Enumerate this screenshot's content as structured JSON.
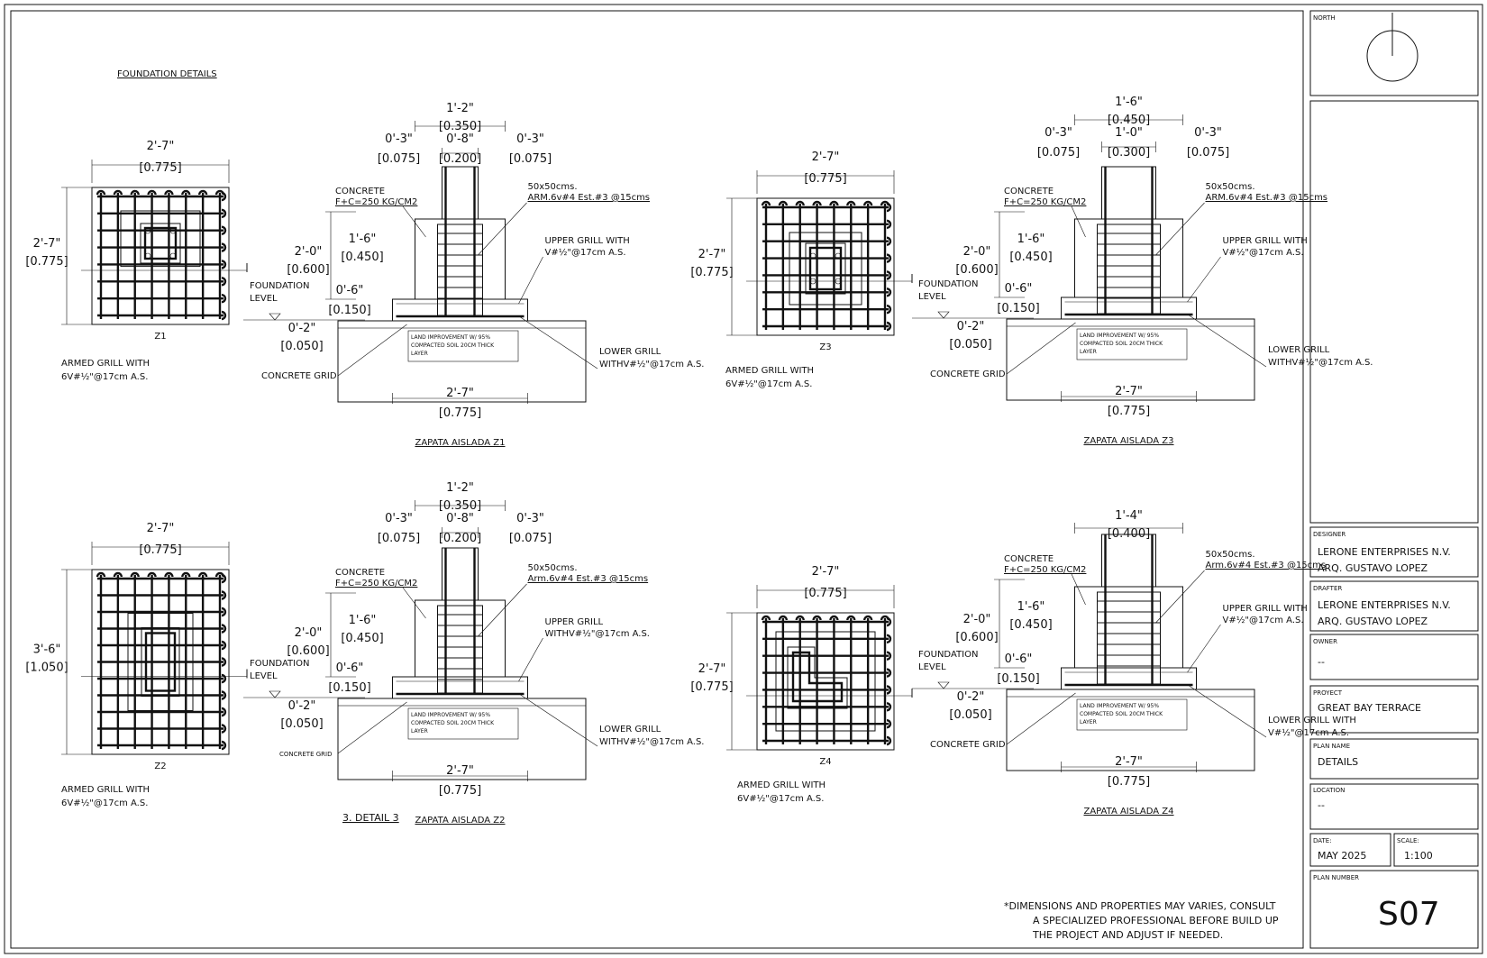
{
  "sheet": {
    "heading": "FOUNDATION DETAILS",
    "disclaimer": [
      "*DIMENSIONS AND PROPERTIES MAY VARIES, CONSULT",
      "A SPECIALIZED PROFESSIONAL BEFORE BUILD UP",
      "THE PROJECT AND ADJUST IF NEEDED."
    ],
    "detail_ref": "3. DETAIL 3"
  },
  "title_block": {
    "north_label": "NORTH",
    "designer_label": "DESIGNER",
    "designer": [
      "LERONE ENTERPRISES N.V.",
      "ARQ. GUSTAVO LOPEZ"
    ],
    "drafter_label": "DRAFTER",
    "drafter": [
      "LERONE ENTERPRISES N.V.",
      "ARQ. GUSTAVO LOPEZ"
    ],
    "owner_label": "OWNER",
    "owner": "--",
    "project_label": "PROYECT",
    "project": "GREAT BAY TERRACE",
    "plan_name_label": "PLAN NAME",
    "plan_name": "DETAILS",
    "location_label": "LOCATION",
    "location": "--",
    "date_label": "DATE:",
    "date": "MAY 2025",
    "scale_label": "SCALE:",
    "scale": "1:100",
    "plan_number_label": "PLAN NUMBER",
    "plan_number": "S07"
  },
  "plans": [
    {
      "id": "Z1",
      "width": "2'-7\"",
      "width_m": "[0.775]",
      "height": "2'-7\"",
      "height_m": "[0.775]",
      "note": [
        "ARMED GRILL WITH",
        "6V#½\"@17cm A.S."
      ]
    },
    {
      "id": "Z3",
      "width": "2'-7\"",
      "width_m": "[0.775]",
      "height": "2'-7\"",
      "height_m": "[0.775]",
      "note": [
        "ARMED GRILL WITH",
        "6V#½\"@17cm A.S."
      ]
    },
    {
      "id": "Z2",
      "width": "2'-7\"",
      "width_m": "[0.775]",
      "height": "3'-6\"",
      "height_m": "[1.050]",
      "note": [
        "ARMED GRILL WITH",
        "6V#½\"@17cm A.S."
      ]
    },
    {
      "id": "Z4",
      "width": "2'-7\"",
      "width_m": "[0.775]",
      "height": "2'-7\"",
      "height_m": "[0.775]",
      "note": [
        "ARMED GRILL WITH",
        "6V#½\"@17cm A.S."
      ]
    }
  ],
  "sections": [
    {
      "title": "ZAPATA AISLADA Z1",
      "top_total": "1'-2\"",
      "top_total_m": "[0.350]",
      "left_off": "0'-3\"",
      "left_off_m": "[0.075]",
      "col_w": "0'-8\"",
      "col_w_m": "[0.200]",
      "right_off": "0'-3\"",
      "right_off_m": "[0.075]",
      "concrete": [
        "CONCRETE",
        "F+C=250 KG/CM2"
      ],
      "rebar": [
        "50x50cms.",
        "ARM.6v#4 Est.#3 @15cms"
      ],
      "upper": [
        "UPPER GRILL WITH",
        "V#½\"@17cm A.S."
      ],
      "lower": [
        "LOWER GRILL",
        "WITHV#½\"@17cm A.S."
      ],
      "ped_total": "2'-0\"",
      "ped_total_m": "[0.600]",
      "ped": "1'-6\"",
      "ped_m": "[0.450]",
      "slab": "0'-6\"",
      "slab_m": "[0.150]",
      "grid": "0'-2\"",
      "grid_m": "[0.050]",
      "found_level": [
        "FOUNDATION",
        "LEVEL"
      ],
      "concrete_grid": "CONCRETE GRID",
      "land": [
        "LAND IMPROVEMENT W/ 95%",
        "COMPACTED SOIL 20CM THICK",
        "LAYER"
      ],
      "base": "2'-7\"",
      "base_m": "[0.775]"
    },
    {
      "title": "ZAPATA AISLADA Z3",
      "top_total": "1'-6\"",
      "top_total_m": "[0.450]",
      "left_off": "0'-3\"",
      "left_off_m": "[0.075]",
      "col_w": "1'-0\"",
      "col_w_m": "[0.300]",
      "right_off": "0'-3\"",
      "right_off_m": "[0.075]",
      "concrete": [
        "CONCRETE",
        "F+C=250 KG/CM2"
      ],
      "rebar": [
        "50x50cms.",
        "ARM.6v#4 Est.#3 @15cms"
      ],
      "upper": [
        "UPPER GRILL WITH",
        "V#½\"@17cm A.S."
      ],
      "lower": [
        "LOWER GRILL",
        "WITHV#½\"@17cm A.S."
      ],
      "ped_total": "2'-0\"",
      "ped_total_m": "[0.600]",
      "ped": "1'-6\"",
      "ped_m": "[0.450]",
      "slab": "0'-6\"",
      "slab_m": "[0.150]",
      "grid": "0'-2\"",
      "grid_m": "[0.050]",
      "found_level": [
        "FOUNDATION",
        "LEVEL"
      ],
      "concrete_grid": "CONCRETE GRID",
      "land": [
        "LAND IMPROVEMENT W/ 95%",
        "COMPACTED SOIL 20CM THICK",
        "LAYER"
      ],
      "base": "2'-7\"",
      "base_m": "[0.775]"
    },
    {
      "title": "ZAPATA AISLADA Z2",
      "top_total": "1'-2\"",
      "top_total_m": "[0.350]",
      "left_off": "0'-3\"",
      "left_off_m": "[0.075]",
      "col_w": "0'-8\"",
      "col_w_m": "[0.200]",
      "right_off": "0'-3\"",
      "right_off_m": "[0.075]",
      "concrete": [
        "CONCRETE",
        "F+C=250 KG/CM2"
      ],
      "rebar": [
        "50x50cms.",
        "Arm.6v#4 Est.#3 @15cms"
      ],
      "upper": [
        "UPPER GRILL",
        "WITHV#½\"@17cm A.S."
      ],
      "lower": [
        "LOWER GRILL",
        "WITHV#½\"@17cm A.S."
      ],
      "ped_total": "2'-0\"",
      "ped_total_m": "[0.600]",
      "ped": "1'-6\"",
      "ped_m": "[0.450]",
      "slab": "0'-6\"",
      "slab_m": "[0.150]",
      "grid": "0'-2\"",
      "grid_m": "[0.050]",
      "found_level": [
        "FOUNDATION",
        "LEVEL"
      ],
      "concrete_grid": "CONCRETE GRID",
      "land": [
        "LAND IMPROVEMENT W/ 95%",
        "COMPACTED SOIL 20CM THICK",
        "LAYER"
      ],
      "base": "2'-7\"",
      "base_m": "[0.775]"
    },
    {
      "title": "ZAPATA AISLADA Z4",
      "top_total": "1'-4\"",
      "top_total_m": "[0.400]",
      "concrete": [
        "CONCRETE",
        "F+C=250 KG/CM2"
      ],
      "rebar": [
        "50x50cms.",
        "Arm.6v#4 Est.#3 @15cms"
      ],
      "upper": [
        "UPPER GRILL WITH",
        "V#½\"@17cm A.S."
      ],
      "lower": [
        "LOWER GRILL WITH",
        "V#½\"@17cm A.S."
      ],
      "ped_total": "2'-0\"",
      "ped_total_m": "[0.600]",
      "ped": "1'-6\"",
      "ped_m": "[0.450]",
      "slab": "0'-6\"",
      "slab_m": "[0.150]",
      "grid": "0'-2\"",
      "grid_m": "[0.050]",
      "found_level": [
        "FOUNDATION",
        "LEVEL"
      ],
      "concrete_grid": "CONCRETE GRID",
      "land": [
        "LAND IMPROVEMENT W/ 95%",
        "COMPACTED SOIL 20CM THICK",
        "LAYER"
      ],
      "base": "2'-7\"",
      "base_m": "[0.775]"
    }
  ]
}
